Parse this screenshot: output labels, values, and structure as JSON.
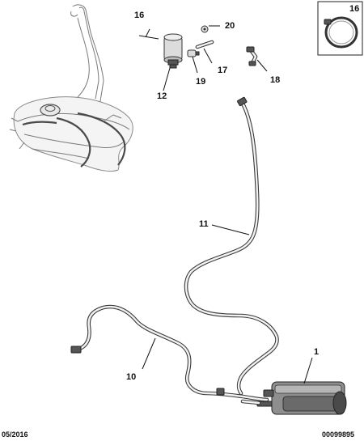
{
  "callouts": [
    {
      "id": "16",
      "text": "16"
    },
    {
      "id": "20",
      "text": "20"
    },
    {
      "id": "17",
      "text": "17"
    },
    {
      "id": "19",
      "text": "19"
    },
    {
      "id": "12",
      "text": "12"
    },
    {
      "id": "18",
      "text": "18"
    },
    {
      "id": "11",
      "text": "11"
    },
    {
      "id": "10",
      "text": "10"
    },
    {
      "id": "1",
      "text": "1"
    },
    {
      "id": "16b",
      "text": "16"
    }
  ],
  "footer": {
    "date": "05/2016",
    "ref": "00099895"
  }
}
